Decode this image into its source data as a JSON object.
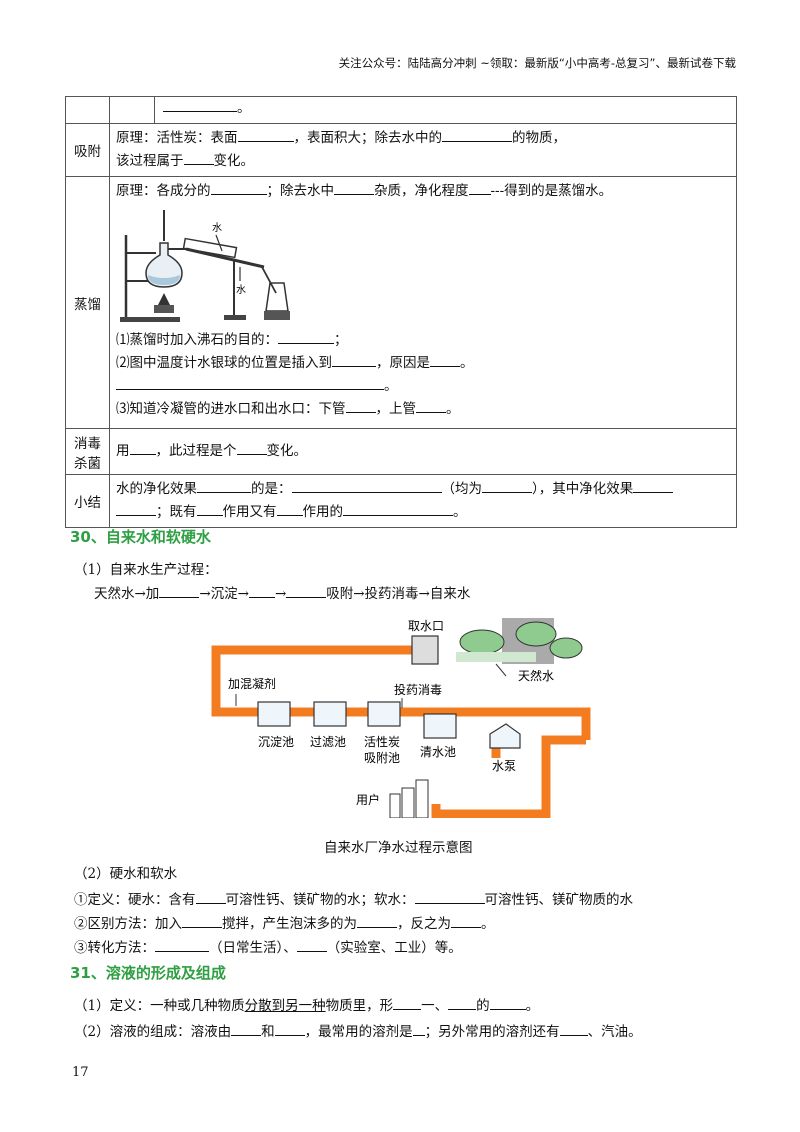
{
  "header": "关注公众号：陆陆高分冲刺 ~领取：最新版“小中高考-总复习”、最新试卷下载",
  "table": {
    "row0": {
      "text": "。"
    },
    "adsorb": {
      "label": "吸附",
      "l1a": "原理：活性炭：表面",
      "l1b": "，表面积大；除去水中的",
      "l1c": "的物质，",
      "l2a": "该过程属于",
      "l2b": "变化。"
    },
    "distill": {
      "label": "蒸馏",
      "l1a": "原理：各成分的",
      "l1b": "；除去水中",
      "l1c": "杂质，净化程度",
      "l1d": "---得到的是蒸馏水。",
      "water_top": "水",
      "water_bottom": "水",
      "q1a": "⑴蒸馏时加入沸石的目的：",
      "q1b": "；",
      "q2a": "⑵图中温度计水银球的位置是插入到",
      "q2b": "，原因是",
      "q2c": "。",
      "q2d": "。",
      "q3a": "⑶知道冷凝管的进水口和出水口：下管",
      "q3b": "，上管",
      "q3c": "。"
    },
    "disinfect": {
      "label1": "消毒",
      "label2": "杀菌",
      "a": "用",
      "b": "，此过程是个",
      "c": "变化。"
    },
    "summary": {
      "label": "小结",
      "l1a": "水的净化效果",
      "l1b": "的是：",
      "l1c": "（均为",
      "l1d": "），其中净化效果",
      "l2a": "；既有",
      "l2b": "作用又有",
      "l2c": "作用的",
      "l2d": "。"
    }
  },
  "sec30": {
    "title": "30、自来水和软硬水",
    "s1": "（1）自来水生产过程：",
    "flow_a": "天然水→加",
    "flow_b": "→沉淀→",
    "flow_c": "→",
    "flow_d": "吸附→投药消毒→自来水",
    "diagram": {
      "intake": "取水口",
      "natural_water": "天然水",
      "add_coag": "加混凝剂",
      "disinfect": "投药消毒",
      "sediment": "沉淀池",
      "filter": "过滤池",
      "carbon1": "活性炭",
      "carbon2": "吸附池",
      "clear": "清水池",
      "pump": "水泵",
      "user": "用户",
      "caption": "自来水厂净水过程示意图"
    },
    "s2": "（2）硬水和软水",
    "def_a": "①定义：硬水：含有",
    "def_b": "可溶性钙、镁矿物的水；软水：",
    "def_c": "可溶性钙、镁矿物质的水",
    "dist_a": "②区别方法：加入",
    "dist_b": "搅拌，产生泡沫多的为",
    "dist_c": "，反之为",
    "dist_d": "。",
    "conv_a": "③转化方法：",
    "conv_b": "（日常生活）、",
    "conv_c": "（实验室、工业）等。"
  },
  "sec31": {
    "title": "31、溶液的形成及组成",
    "s1a": "（1）定义：一种或几种物质",
    "s1u": "分散到另一种",
    "s1b": "物质里，形",
    "s1c": "一、",
    "s1d": "的",
    "s1e": "。",
    "s2a": "（2）溶液的组成：溶液由",
    "s2b": "和",
    "s2c": "，最常用的溶剂是",
    "s2d": "；另外常用的溶剂还有",
    "s2e": "、汽油。"
  },
  "page_number": "17",
  "colors": {
    "pipe": "#f47c20",
    "section": "#2ea043"
  }
}
